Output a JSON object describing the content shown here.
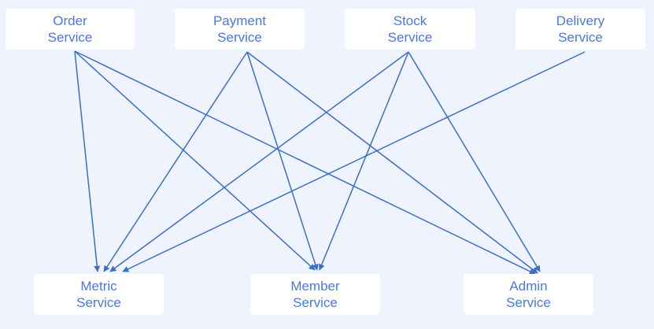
{
  "colors": {
    "background": "#eef3fd",
    "node_fill": "#ffffff",
    "node_text": "#4a78e3",
    "edge": "#3b6fc6"
  },
  "nodes": {
    "order": {
      "label": "Order\nService"
    },
    "payment": {
      "label": "Payment\nService"
    },
    "stock": {
      "label": "Stock\nService"
    },
    "delivery": {
      "label": "Delivery\nService"
    },
    "metric": {
      "label": "Metric\nService"
    },
    "member": {
      "label": "Member\nService"
    },
    "admin": {
      "label": "Admin\nService"
    }
  },
  "edges": [
    {
      "from": "order",
      "to": "metric"
    },
    {
      "from": "order",
      "to": "member"
    },
    {
      "from": "order",
      "to": "admin"
    },
    {
      "from": "payment",
      "to": "metric"
    },
    {
      "from": "payment",
      "to": "member"
    },
    {
      "from": "payment",
      "to": "admin"
    },
    {
      "from": "stock",
      "to": "metric"
    },
    {
      "from": "stock",
      "to": "member"
    },
    {
      "from": "stock",
      "to": "admin"
    },
    {
      "from": "delivery",
      "to": "metric"
    }
  ]
}
